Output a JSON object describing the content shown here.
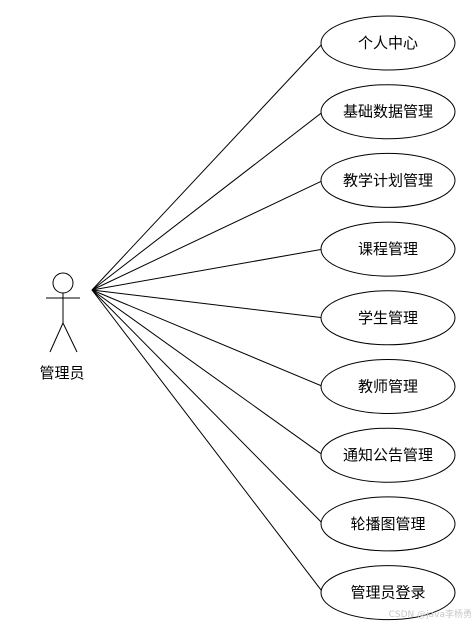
{
  "actor": {
    "label": "管理员"
  },
  "use_cases": [
    {
      "label": "个人中心"
    },
    {
      "label": "基础数据管理"
    },
    {
      "label": "教学计划管理"
    },
    {
      "label": "课程管理"
    },
    {
      "label": "学生管理"
    },
    {
      "label": "教师管理"
    },
    {
      "label": "通知公告管理"
    },
    {
      "label": "轮播图管理"
    },
    {
      "label": "管理员登录"
    }
  ],
  "watermark": "CSDN @java李杨勇",
  "colors": {
    "stroke": "#000000",
    "background": "#ffffff",
    "watermark": "#c8c8c8"
  }
}
